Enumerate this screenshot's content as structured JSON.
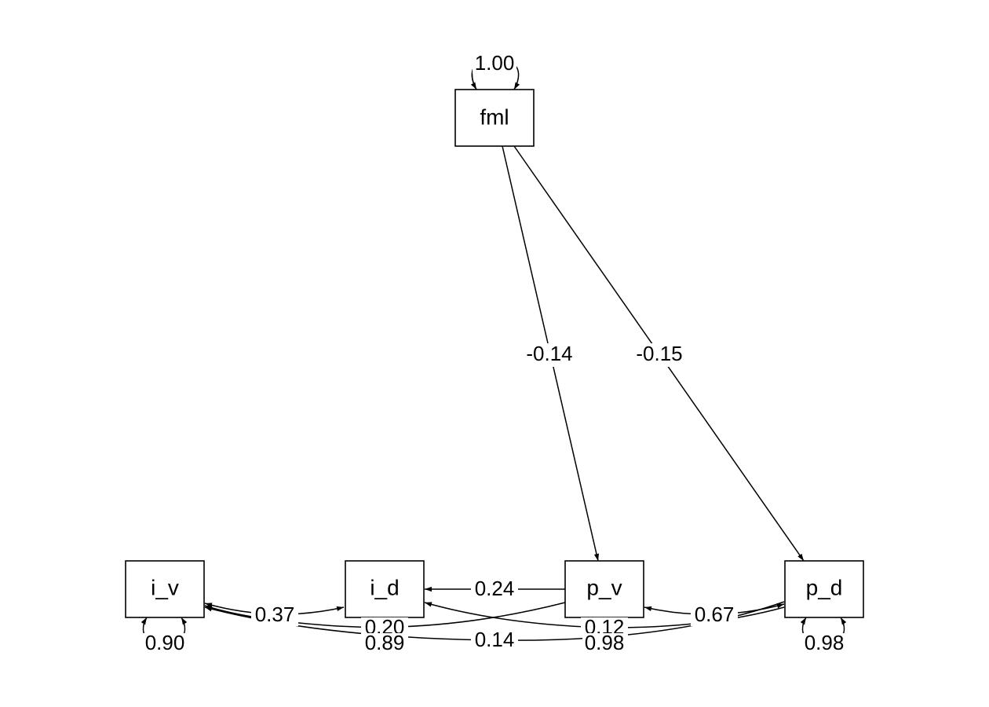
{
  "nodes": {
    "fml": "fml",
    "i_v": "i_v",
    "i_d": "i_d",
    "p_v": "p_v",
    "p_d": "p_d"
  },
  "paths": {
    "fml_p_v": "-0.14",
    "fml_p_d": "-0.15",
    "p_v_i_d": "0.24",
    "i_v_i_d": "0.37",
    "p_d_p_v": "0.67",
    "p_v_i_v": "0.20",
    "p_d_i_d": "0.12",
    "p_d_i_v": "0.14"
  },
  "variances": {
    "fml": "1.00",
    "i_v": "0.90",
    "i_d": "0.89",
    "p_v": "0.98",
    "p_d": "0.98"
  },
  "colors": {
    "line": "#000000",
    "background": "#ffffff"
  }
}
